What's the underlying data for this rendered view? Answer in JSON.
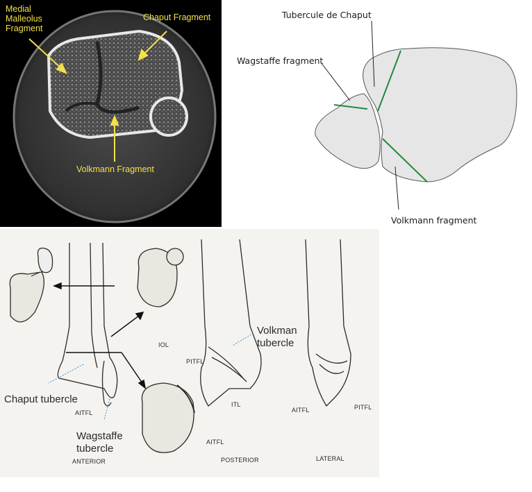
{
  "ct_panel": {
    "labels": {
      "medial_malleolus": "Medial\nMalleolus\nFragment",
      "chaput": "Chaput Fragment",
      "volkmann": "Volkmann Fragment"
    },
    "colors": {
      "label": "#f2e24a",
      "background": "#000000"
    }
  },
  "schema_panel": {
    "labels": {
      "tubercule_chaput": "Tubercule de Chaput",
      "wagstaffe": "Wagstaffe fragment",
      "volkmann": "Volkmann fragment"
    },
    "colors": {
      "bone_fill": "#e6e6e6",
      "fracture_line": "#1f8a3c"
    }
  },
  "drawing_panel": {
    "labels": {
      "volkman_tubercle": "Volkman\ntubercle",
      "chaput_tubercle": "Chaput tubercle",
      "wagstaffe_tubercle": "Wagstaffe\ntubercle",
      "iol": "IOL",
      "pitfl_posterior": "PITFL",
      "itl": "ITL",
      "aitfl_anterior": "AITFL",
      "aitfl_cross_section": "AITFL",
      "aitfl_lateral": "AITFL",
      "pitfl_lateral": "PITFL",
      "view_anterior": "ANTERIOR",
      "view_posterior": "POSTERIOR",
      "view_lateral": "LATERAL"
    },
    "colors": {
      "pointer": "#3a8fd6",
      "ink": "#2a2a2a"
    }
  }
}
